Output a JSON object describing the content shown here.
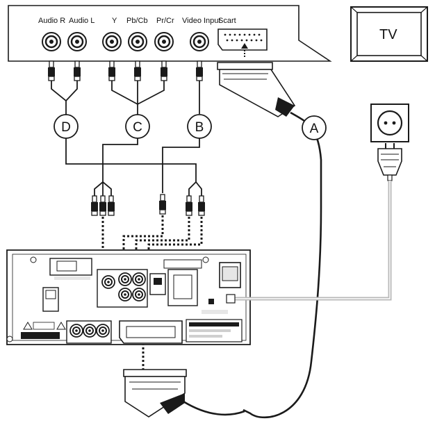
{
  "top_panel": {
    "labels": {
      "audio_r": "Audio R",
      "audio_l": "Audio L",
      "y": "Y",
      "pb_cb": "Pb/Cb",
      "pr_cr": "Pr/Cr",
      "video_input": "Video Input",
      "scart": "Scart"
    }
  },
  "tv": {
    "label": "TV"
  },
  "cables": {
    "a": "A",
    "b": "B",
    "c": "C",
    "d": "D"
  },
  "colors": {
    "line": "#1a1a1a",
    "panel_fill": "#ffffff",
    "power_cable": "#b8b8b8"
  },
  "icons": [
    "tv-icon",
    "wall-socket-icon",
    "power-plug-icon",
    "scart-plug-icon",
    "rca-plug-icon"
  ]
}
